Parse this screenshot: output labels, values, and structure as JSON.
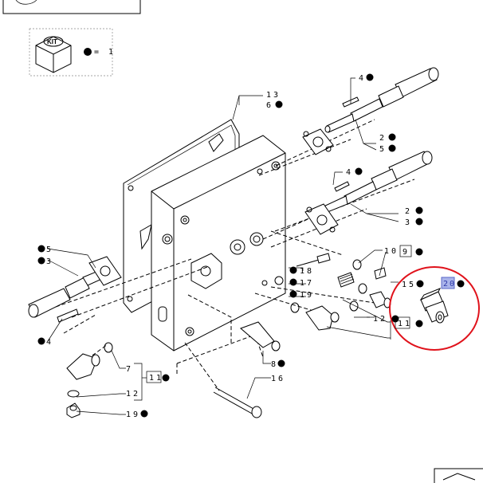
{
  "kit": {
    "badge": "KIT",
    "qty_label": "= 1"
  },
  "callouts": {
    "c1": "4",
    "c2": "2",
    "c3": "5",
    "c4": "13",
    "c5": "6",
    "c6": "4",
    "c7": "2",
    "c8": "3",
    "c9": "10",
    "c10": "9",
    "c11": "18",
    "c12": "17",
    "c13": "19",
    "c14": "12",
    "c15": "11",
    "c16": "15",
    "c17": "20",
    "c18": "5",
    "c19": "3",
    "c20": "4",
    "c21": "7",
    "c22": "11",
    "c23": "12",
    "c24": "19",
    "c25": "8",
    "c26": "16"
  },
  "colors": {
    "highlight_ring": "#e0121b",
    "highlight_box": "#aab4ea"
  }
}
